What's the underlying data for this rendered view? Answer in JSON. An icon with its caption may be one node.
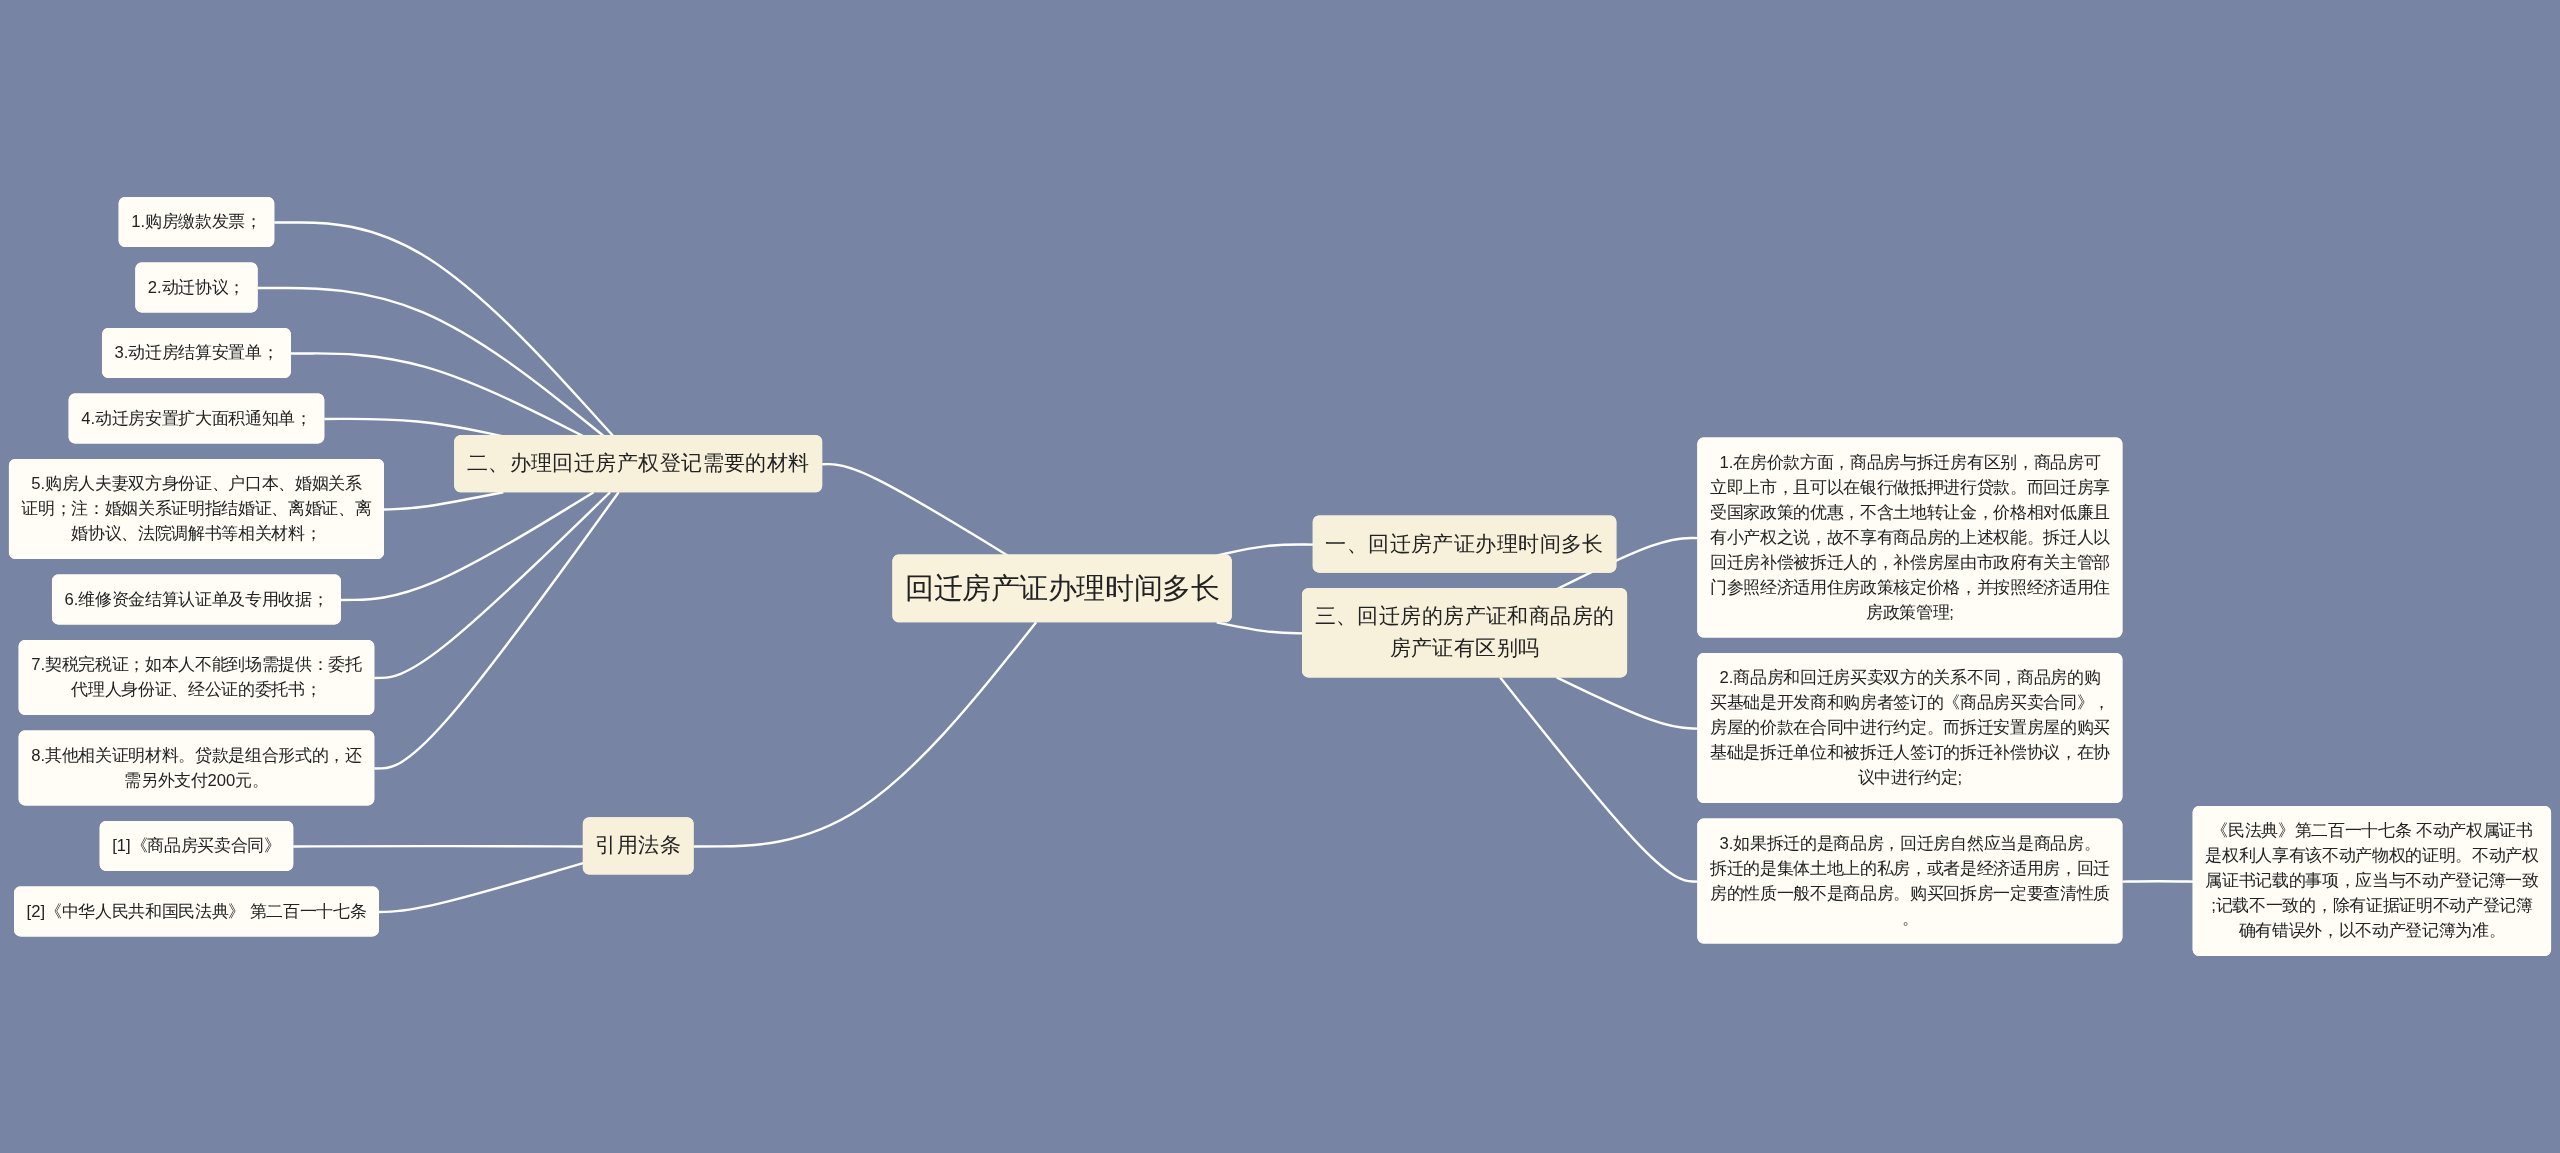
{
  "diagram": {
    "nodes": [
      {
        "text": [
          "回迁房产证办理时间多长"
        ]
      },
      {
        "text": [
          "一、回迁房产证办理时间多长"
        ]
      },
      {
        "text": [
          "二、办理回迁房产权登记需要的材料"
        ]
      },
      {
        "text": [
          "1.购房缴款发票；"
        ]
      },
      {
        "text": [
          "2.动迁协议；"
        ]
      },
      {
        "text": [
          "3.动迁房结算安置单；"
        ]
      },
      {
        "text": [
          "4.动迁房安置扩大面积通知单；"
        ]
      },
      {
        "text": [
          "5.购房人夫妻双方身份证、户口本、婚姻关系证明；注：婚姻关系证明指结婚证、离婚证、离婚协议、法院调解书等相关材料；"
        ]
      },
      {
        "text": [
          "6.维修资金结算认证单及专用收据；"
        ]
      },
      {
        "text": [
          "7.契税完税证；如本人不能到场需提供：委托代理人身份证、经公证的委托书；"
        ]
      },
      {
        "text": [
          "8.其他相关证明材料。贷款是组合形式的，还需另外支付200元。"
        ]
      },
      {
        "text": [
          "三、回迁房的房产证和商品房的房产证有区别吗"
        ]
      },
      {
        "text": [
          "1.在房价款方面，商品房与拆迁房有区别，商品房可立即上市，且可以在银行做抵押进行贷款。而回迁房享受国家政策的优惠，不含土地转让金，价格相对低廉且有小产权之说，故不享有商品房的上述权能。拆迁人以回迁房补偿被拆迁人的，补偿房屋由市政府有关主管部门参照经济适用住房政策核定价格，并按照经济适用住房政策管理;"
        ]
      },
      {
        "text": [
          "2.商品房和回迁房买卖双方的关系不同，商品房的购买基础是开发商和购房者签订的《商品房买卖合同》，房屋的价款在合同中进行约定。而拆迁安置房屋的购买基础是拆迁单位和被拆迁人签订的拆迁补偿协议，在协议中进行约定;"
        ]
      },
      {
        "text": [
          "3.如果拆迁的是商品房，回迁房自然应当是商品房。拆迁的是集体土地上的私房，或者是经济适用房，回迁房的性质一般不是商品房。购买回拆房一定要查清性质。"
        ]
      },
      {
        "text": [
          "《民法典》第二百一十七条 不动产权属证书是权利人享有该不动产物权的证明。不动产权属证书记载的事项，应当与不动产登记簿一致;记载不一致的，除有证据证明不动产登记簿确有错误外，以不动产登记簿为准。"
        ]
      },
      {
        "text": [
          "引用法条"
        ]
      },
      {
        "text": [
          "[1]《商品房买卖合同》"
        ]
      },
      {
        "text": [
          "[2]《中华人民共和国民法典》 第二百一十七条"
        ]
      }
    ],
    "edges": [
      {
        "from": 0,
        "to": 1,
        "arrow": "none"
      },
      {
        "from": 0,
        "to": 2,
        "arrow": "none"
      },
      {
        "from": 2,
        "to": 3,
        "arrow": "none"
      },
      {
        "from": 2,
        "to": 4,
        "arrow": "none"
      },
      {
        "from": 2,
        "to": 5,
        "arrow": "none"
      },
      {
        "from": 2,
        "to": 6,
        "arrow": "none"
      },
      {
        "from": 2,
        "to": 7,
        "arrow": "none"
      },
      {
        "from": 2,
        "to": 8,
        "arrow": "none"
      },
      {
        "from": 2,
        "to": 9,
        "arrow": "none"
      },
      {
        "from": 2,
        "to": 10,
        "arrow": "none"
      },
      {
        "from": 0,
        "to": 11,
        "arrow": "none"
      },
      {
        "from": 11,
        "to": 12,
        "arrow": "none"
      },
      {
        "from": 11,
        "to": 13,
        "arrow": "none"
      },
      {
        "from": 11,
        "to": 14,
        "arrow": "none"
      },
      {
        "from": 14,
        "to": 15,
        "arrow": "none"
      },
      {
        "from": 0,
        "to": 16,
        "arrow": "none"
      },
      {
        "from": 16,
        "to": 17,
        "arrow": "none"
      },
      {
        "from": 16,
        "to": 18,
        "arrow": "none"
      }
    ]
  }
}
